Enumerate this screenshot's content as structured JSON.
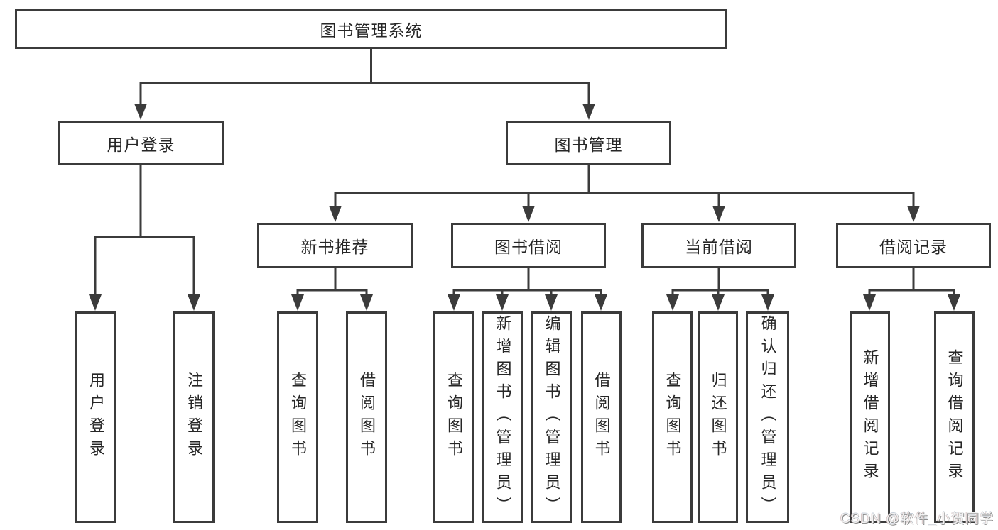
{
  "page": {
    "watermark": "CSDN @软件_小贺同学"
  },
  "colors": {
    "line": "#3b3b3b",
    "box_border": "#3b3b3b",
    "box_background": "#ffffff",
    "text": "#262626",
    "watermark": "#f2f2f2"
  },
  "tree": {
    "root": {
      "label": "图书管理系统"
    },
    "branches": [
      {
        "label": "用户登录",
        "children": [
          {
            "label": "用户登录"
          },
          {
            "label": "注销登录"
          }
        ]
      },
      {
        "label": "图书管理",
        "children": [
          {
            "label": "新书推荐",
            "children": [
              {
                "label": "查询图书"
              },
              {
                "label": "借阅图书"
              }
            ]
          },
          {
            "label": "图书借阅",
            "children": [
              {
                "label": "查询图书"
              },
              {
                "label": "新增图书（管理员）"
              },
              {
                "label": "编辑图书（管理员）"
              },
              {
                "label": "借阅图书"
              }
            ]
          },
          {
            "label": "当前借阅",
            "children": [
              {
                "label": "查询图书"
              },
              {
                "label": "归还图书"
              },
              {
                "label": "确认归还（管理员）"
              }
            ]
          },
          {
            "label": "借阅记录",
            "children": [
              {
                "label": "新增借阅记录"
              },
              {
                "label": "查询借阅记录"
              }
            ]
          }
        ]
      }
    ]
  }
}
